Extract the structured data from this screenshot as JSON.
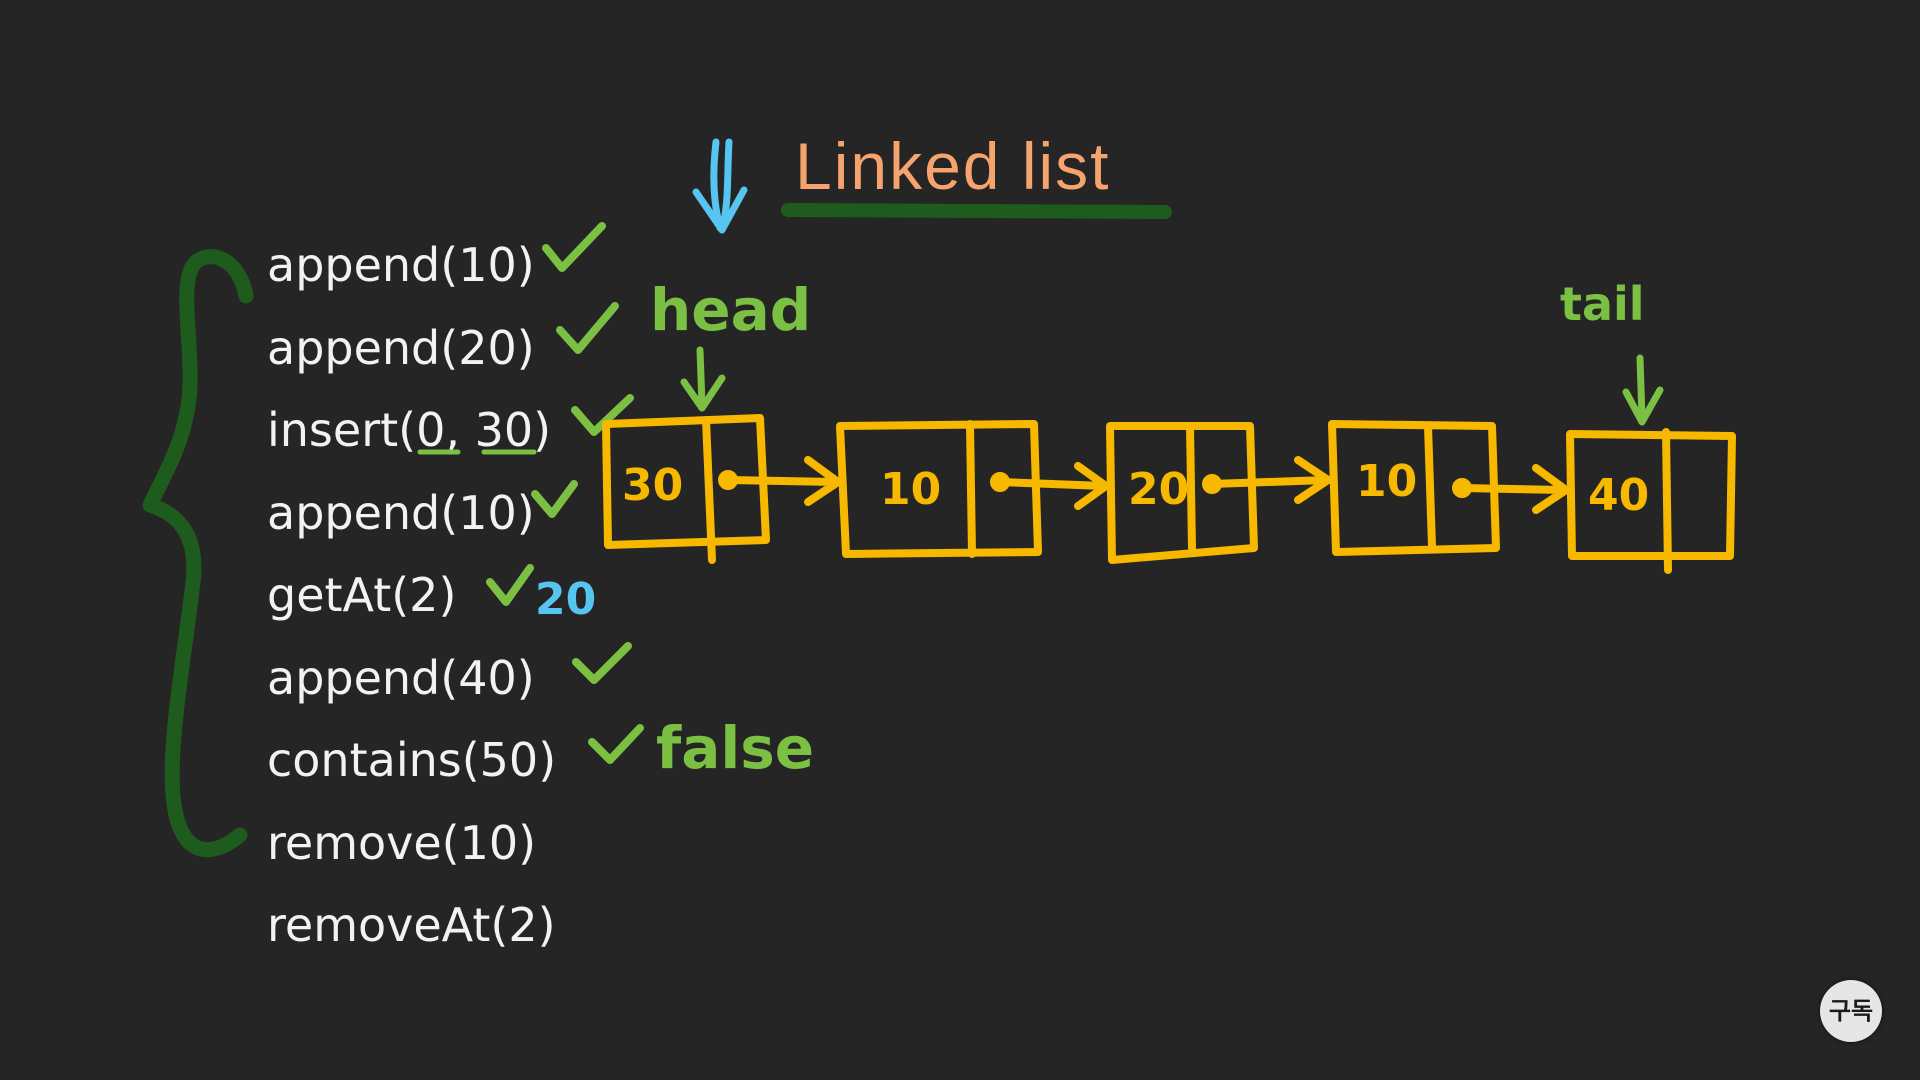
{
  "title": "Linked list",
  "colors": {
    "background": "#252525",
    "title": "#f5a46e",
    "underline": "#1e5c1e",
    "brace": "#1e5c1e",
    "check": "#7bc043",
    "node": "#f7b800",
    "blue": "#56c6f0",
    "label": "#7bc043"
  },
  "operations": [
    "append(10)",
    "append(20)",
    "insert(0, 30)",
    "append(10)",
    "getAt(2)",
    "append(40)",
    "contains(50)",
    "remove(10)",
    "removeAt(2)"
  ],
  "checked_operations": [
    0,
    1,
    2,
    3,
    4,
    5,
    6
  ],
  "annotations": {
    "getAt_result": "20",
    "contains_result": "false",
    "head_label": "head",
    "tail_label": "tail"
  },
  "nodes": [
    "30",
    "10",
    "20",
    "10",
    "40"
  ],
  "subscribe_badge": "구독"
}
